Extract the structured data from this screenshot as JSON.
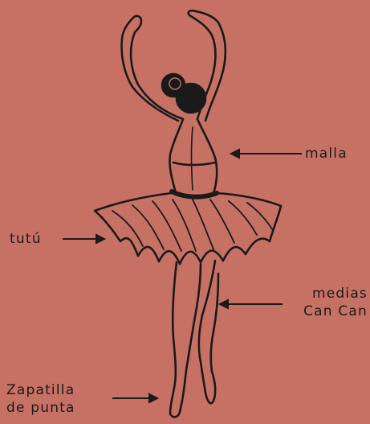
{
  "colors": {
    "background": "#c67164",
    "ink": "#1a1a1a"
  },
  "labels": {
    "malla": "malla",
    "tutu": "tutú",
    "medias_line1": "medias",
    "medias_line2": "Can Can",
    "zapatilla_line1": "Zapatilla",
    "zapatilla_line2": "de punta"
  }
}
